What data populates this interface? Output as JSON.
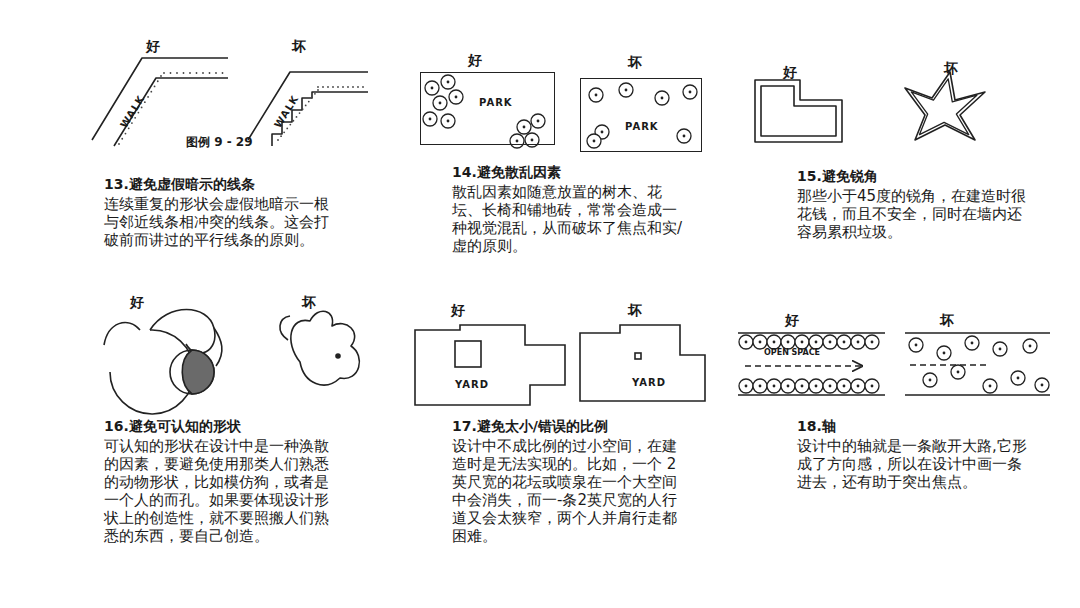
{
  "diagram": {
    "nodes": [
      {
        "text": [
          "PARK"
        ]
      },
      {
        "text": [
          "PARK"
        ]
      },
      {
        "text": [
          "YARD"
        ]
      },
      {
        "text": [
          "YARD"
        ]
      }
    ],
    "labels": [
      "好",
      "坏",
      "WALK",
      "WALK",
      "图例 9 - 29",
      "13.避免虚假暗示的线条",
      "连续重复的形状会虚假地暗示一根与邻近线条相冲突的线条。这会打破前而讲过的平行线条的原则。",
      "好",
      "坏",
      "14.避免散乱因素",
      "散乱因素如随意放置的树木、花坛、长椅和铺地砖，常常会造成一种视觉混乱，从而破坏了焦点和实/虚的原则。",
      "好",
      "坏",
      "15.避免锐角",
      "那些小于45度的锐角，在建造时很花钱，而且不安全，同时在墙内还容易累积垃圾。",
      "好",
      "坏",
      "16.避免可认知的形状",
      "可认知的形状在设计中是一种涣散的因素，要避免使用那类人们熟悉的动物形状，比如模仿狗，或者是一个人的而孔。如果要体现设计形状上的创造性，就不要照搬人们熟悉的东西，要自己创造。",
      "好",
      "坏",
      "17.避免太小/错误的比例",
      "设计中不成比例的过小空间，在建造时是无法实现的。比如，一个 2英尺宽的花坛或喷泉在一个大空间中会消失，而一-条2英尺宽的人行道又会太狭窄，两个人并肩行走都困难。",
      "好",
      "坏",
      "OPEN SPACE",
      "18.轴",
      "设计中的轴就是一条敞开大路,它形成了方向感，所以在设计中画一条进去，还有助于突出焦点。"
    ]
  }
}
